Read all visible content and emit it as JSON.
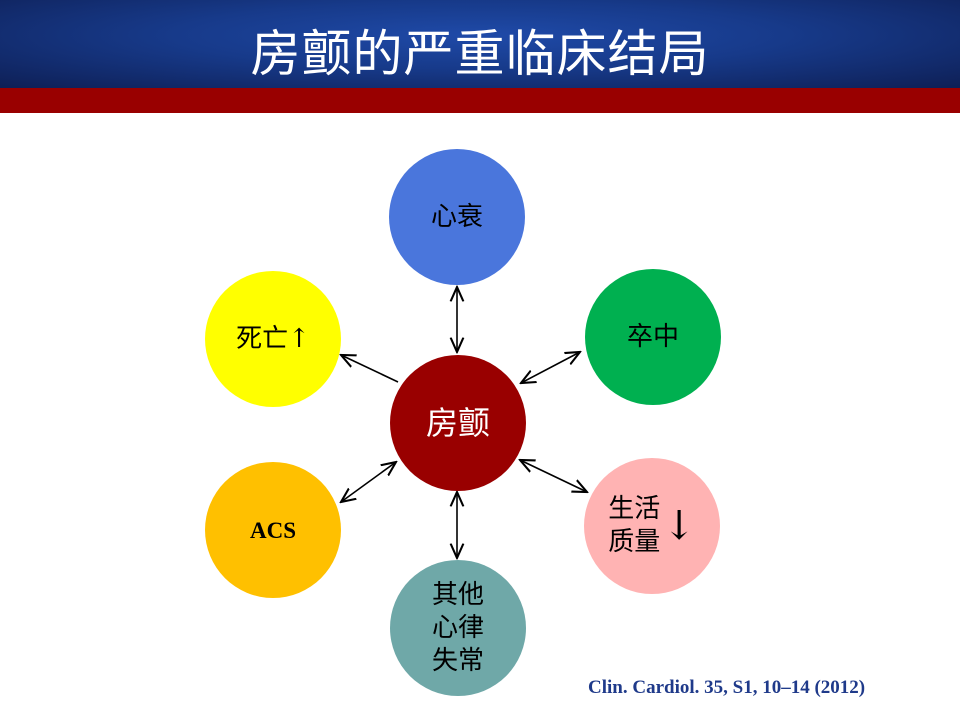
{
  "title": "房颤的严重临床结局",
  "center": "房颤",
  "nodes": {
    "heart_failure": "心衰",
    "stroke": "卒中",
    "death": "死亡↑",
    "acs": "ACS",
    "qol_line1": "生活",
    "qol_line2": "质量",
    "qol_arrow": "↓",
    "other_line1": "其他",
    "other_line2": "心律",
    "other_line3": "失常"
  },
  "citation": "Clin. Cardiol. 35, S1, 10–14 (2012)",
  "colors": {
    "center": "#990000",
    "heart_failure": "#4a76dc",
    "stroke": "#00b050",
    "death": "#ffff00",
    "acs": "#ffc000",
    "qol": "#ffb3b3",
    "other": "#6fa8a8"
  }
}
